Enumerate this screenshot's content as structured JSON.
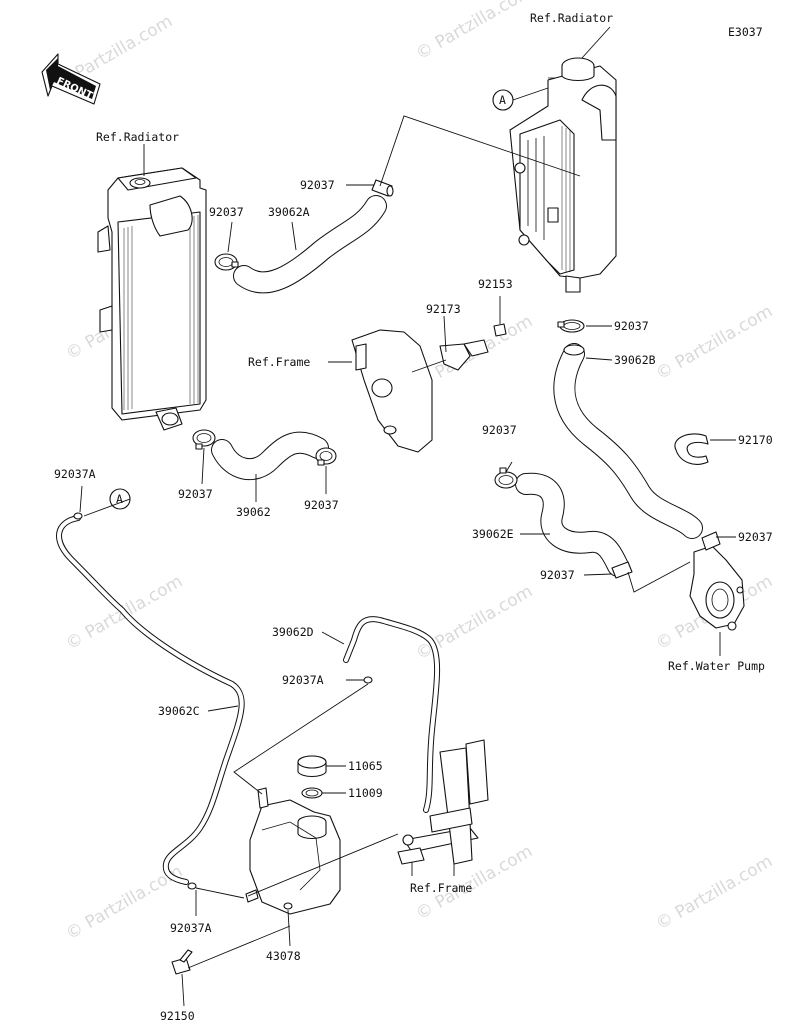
{
  "diagram_code": "E3037",
  "front_arrow_label": "FRONT",
  "watermark_text": "© Partzilla.com",
  "callout_letter": "A",
  "labels": {
    "ref_radiator_left": "Ref.Radiator",
    "ref_radiator_right": "Ref.Radiator",
    "ref_frame_upper": "Ref.Frame",
    "ref_frame_lower": "Ref.Frame",
    "ref_water_pump": "Ref.Water Pump",
    "p92037_top_hose": "92037",
    "p92037_left_upper": "92037",
    "p39062A": "39062A",
    "p92173": "92173",
    "p92153": "92153",
    "p92037_right_mid": "92037",
    "p39062B": "39062B",
    "p92170": "92170",
    "p92037_mid": "92037",
    "p39062E": "39062E",
    "p92037_pump_left": "92037",
    "p92037_pump_right": "92037",
    "p92037_bottom_left": "92037",
    "p39062": "39062",
    "p92037_bottom_right": "92037",
    "p92037A_top": "92037A",
    "p39062D": "39062D",
    "p92037A_mid": "92037A",
    "p39062C": "39062C",
    "p11065": "11065",
    "p11009": "11009",
    "p92037A_bottom": "92037A",
    "p43078": "43078",
    "p92150": "92150"
  }
}
